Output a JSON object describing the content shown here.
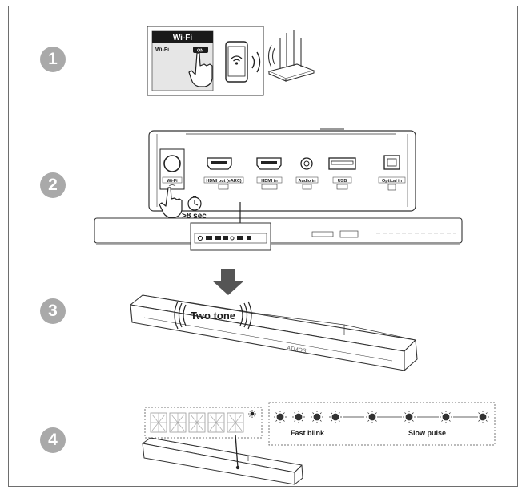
{
  "steps": [
    "1",
    "2",
    "3",
    "4"
  ],
  "panel1": {
    "header": "Wi-Fi",
    "row_label": "Wi-Fi",
    "toggle_label": "ON"
  },
  "panel2": {
    "ports": [
      "Wi-Fi",
      "HDMI out (eARC)",
      "HDMI in",
      "Audio in",
      "USB",
      "Optical in"
    ],
    "hold_time": ">8 sec"
  },
  "panel3": {
    "sound_label": "Two tone",
    "brand_text": "ATMOS"
  },
  "panel4": {
    "fast_label": "Fast blink",
    "slow_label": "Slow pulse"
  },
  "colors": {
    "frame": "#6e6e6e",
    "step_badge": "#a9a9a9",
    "ink": "#1a1a1a",
    "arrow": "#555555"
  },
  "icons": [
    "smartphone-icon",
    "wifi-icon",
    "router-icon",
    "hand-pointer-icon",
    "timer-icon",
    "down-arrow-icon",
    "led-icon"
  ]
}
